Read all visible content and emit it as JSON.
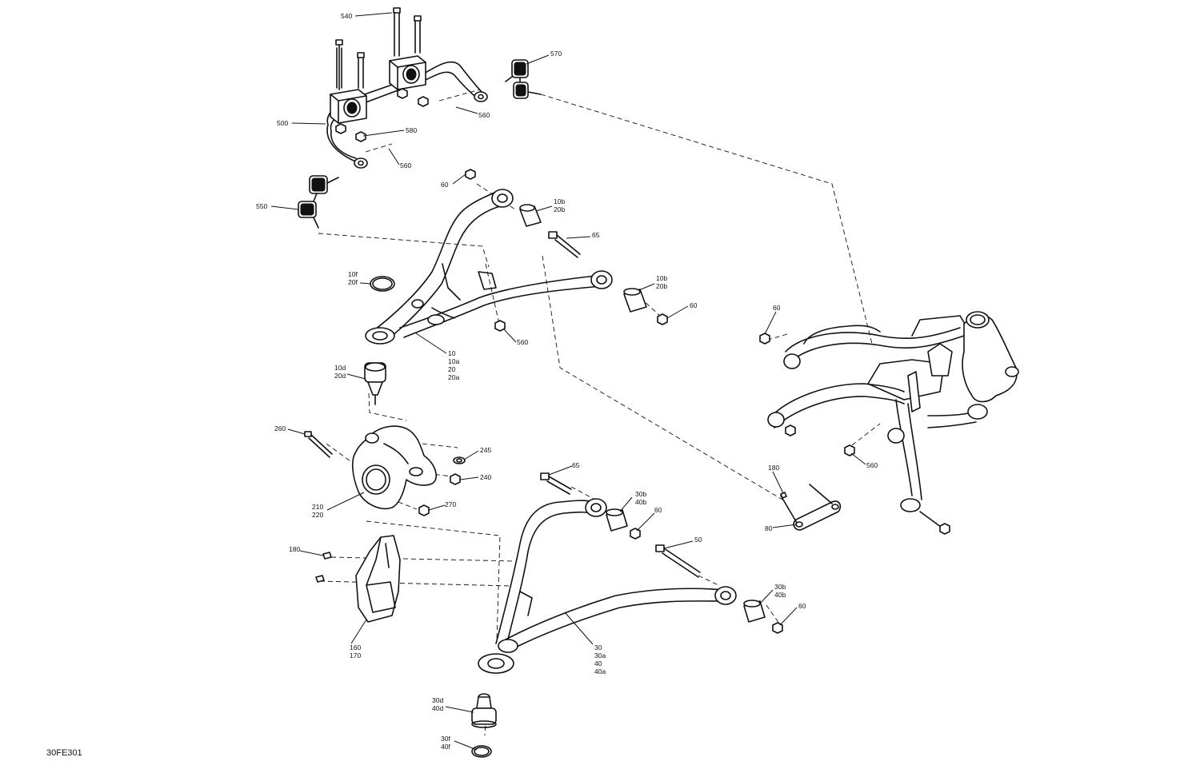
{
  "diagram": {
    "reference_code": "30FE301",
    "callouts": [
      {
        "id": "c540",
        "lines": [
          "540"
        ]
      },
      {
        "id": "c570",
        "lines": [
          "570"
        ]
      },
      {
        "id": "c500",
        "lines": [
          "500"
        ]
      },
      {
        "id": "c580",
        "lines": [
          "580"
        ]
      },
      {
        "id": "c560a",
        "lines": [
          "560"
        ]
      },
      {
        "id": "c560b",
        "lines": [
          "560"
        ]
      },
      {
        "id": "c550",
        "lines": [
          "550"
        ]
      },
      {
        "id": "c60a",
        "lines": [
          "60"
        ]
      },
      {
        "id": "c10b20b_a",
        "lines": [
          "10b",
          "20b"
        ]
      },
      {
        "id": "c65a",
        "lines": [
          "65"
        ]
      },
      {
        "id": "c10f20f",
        "lines": [
          "10f",
          "20f"
        ]
      },
      {
        "id": "c10b20b_b",
        "lines": [
          "10b",
          "20b"
        ]
      },
      {
        "id": "c60b",
        "lines": [
          "60"
        ]
      },
      {
        "id": "c560c",
        "lines": [
          "560"
        ]
      },
      {
        "id": "c10",
        "lines": [
          "10",
          "10a",
          "20",
          "20a"
        ]
      },
      {
        "id": "c10d20d",
        "lines": [
          "10d",
          "20d"
        ]
      },
      {
        "id": "c60c",
        "lines": [
          "60"
        ]
      },
      {
        "id": "c260",
        "lines": [
          "260"
        ]
      },
      {
        "id": "c245",
        "lines": [
          "245"
        ]
      },
      {
        "id": "c240",
        "lines": [
          "240"
        ]
      },
      {
        "id": "c210220",
        "lines": [
          "210",
          "220"
        ]
      },
      {
        "id": "c270",
        "lines": [
          "270"
        ]
      },
      {
        "id": "c65b",
        "lines": [
          "65"
        ]
      },
      {
        "id": "c30b40b_a",
        "lines": [
          "30b",
          "40b"
        ]
      },
      {
        "id": "c60d",
        "lines": [
          "60"
        ]
      },
      {
        "id": "c560d",
        "lines": [
          "560"
        ]
      },
      {
        "id": "c180a",
        "lines": [
          "180"
        ]
      },
      {
        "id": "c80",
        "lines": [
          "80"
        ]
      },
      {
        "id": "c180b",
        "lines": [
          "180"
        ]
      },
      {
        "id": "c50",
        "lines": [
          "50"
        ]
      },
      {
        "id": "c30b40b_b",
        "lines": [
          "30b",
          "40b"
        ]
      },
      {
        "id": "c60e",
        "lines": [
          "60"
        ]
      },
      {
        "id": "c160170",
        "lines": [
          "160",
          "170"
        ]
      },
      {
        "id": "c30",
        "lines": [
          "30",
          "30a",
          "40",
          "40a"
        ]
      },
      {
        "id": "c30d40d",
        "lines": [
          "30d",
          "40d"
        ]
      },
      {
        "id": "c30f40f",
        "lines": [
          "30f",
          "40f"
        ]
      }
    ]
  }
}
